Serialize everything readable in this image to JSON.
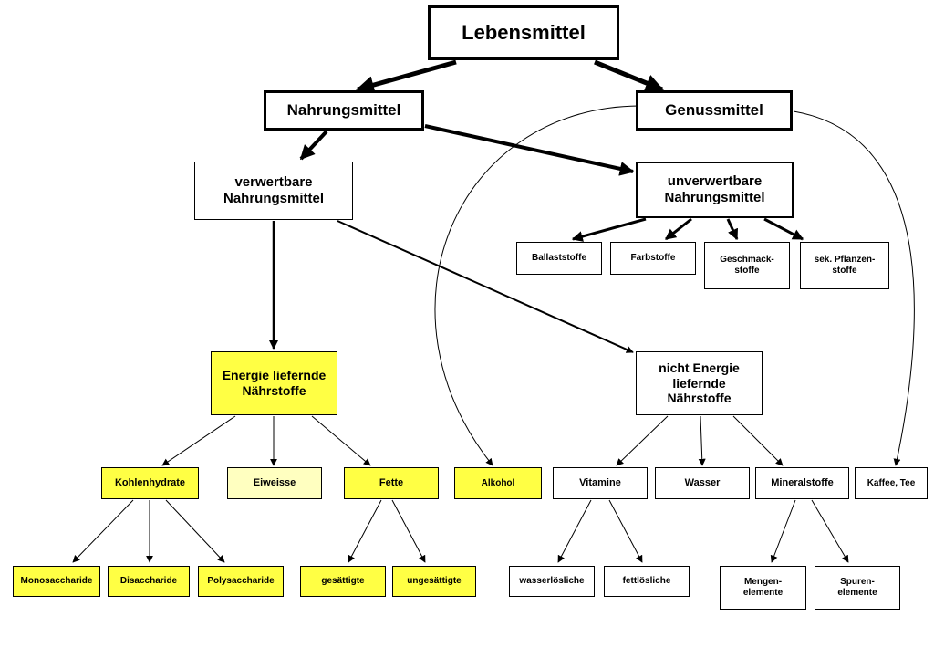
{
  "nodes": {
    "lebensmittel": "Lebensmittel",
    "nahrungsmittel": "Nahrungsmittel",
    "genussmittel": "Genussmittel",
    "verwertbare": "verwertbare\nNahrungsmittel",
    "unverwertbare": "unverwertbare\nNahrungsmittel",
    "ballaststoffe": "Ballaststoffe",
    "farbstoffe": "Farbstoffe",
    "geschmackstoffe": "Geschmack-\nstoffe",
    "pflanzenstoffe": "sek. Pflanzen-\nstoffe",
    "energie": "Energie liefernde\nNährstoffe",
    "nicht_energie": "nicht Energie\nliefernde\nNährstoffe",
    "kohlenhydrate": "Kohlenhydrate",
    "eiweisse": "Eiweisse",
    "fette": "Fette",
    "alkohol": "Alkohol",
    "vitamine": "Vitamine",
    "wasser": "Wasser",
    "mineralstoffe": "Mineralstoffe",
    "kaffee_tee": "Kaffee, Tee",
    "monosaccharide": "Monosaccharide",
    "disaccharide": "Disaccharide",
    "polysaccharide": "Polysaccharide",
    "gesaettigte": "gesättigte",
    "ungesaettigte": "ungesättigte",
    "wasserloesliche": "wasserlösliche",
    "fettloesliche": "fettlösliche",
    "mengenelemente": "Mengen-\nelemente",
    "spurenelemente": "Spuren-\nelemente"
  },
  "colors": {
    "highlight": "#ffff44",
    "highlight_pale": "#ffffc0",
    "line": "#000000",
    "box": "#ffffff"
  }
}
